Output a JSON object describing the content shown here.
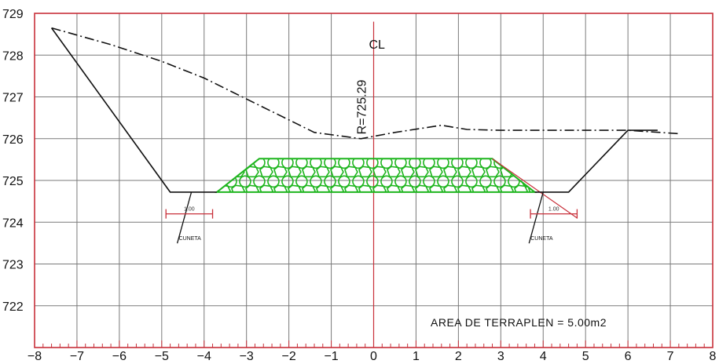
{
  "chart_data": {
    "type": "cross-section",
    "xlim": [
      -8,
      8
    ],
    "ylim": [
      721,
      729
    ],
    "x_ticks": [
      "−8",
      "−7",
      "−6",
      "−5",
      "−4",
      "−3",
      "−2",
      "−1",
      "0",
      "1",
      "2",
      "3",
      "4",
      "5",
      "6",
      "7",
      "8"
    ],
    "y_ticks": [
      "729",
      "728",
      "727",
      "726",
      "725",
      "724",
      "723",
      "722"
    ],
    "centerline_label": "CL",
    "elevation_label": "R=725.29",
    "area_label": "AREA DE TERRAPLEN = 5.00m2",
    "ditch_label": "CUNETA",
    "ditch_dimension": "1.00",
    "colors": {
      "grid": "#7a7a7a",
      "frame": "#c8303a",
      "centerline": "#c8303a",
      "fill": "#1fb51f",
      "dimension": "#c8303a",
      "profile": "#111111"
    },
    "series": [
      {
        "role": "natural-ground",
        "style": "dash-dot",
        "points": [
          [
            -7.6,
            728.65
          ],
          [
            -6.2,
            728.25
          ],
          [
            -5.0,
            727.85
          ],
          [
            -4.0,
            727.45
          ],
          [
            -3.0,
            726.95
          ],
          [
            -2.0,
            726.45
          ],
          [
            -1.4,
            726.15
          ],
          [
            -0.3,
            726.0
          ],
          [
            0.5,
            726.15
          ],
          [
            1.6,
            726.32
          ],
          [
            2.2,
            726.22
          ],
          [
            3.0,
            726.2
          ],
          [
            4.5,
            726.2
          ],
          [
            6.0,
            726.2
          ],
          [
            7.2,
            726.12
          ]
        ]
      },
      {
        "role": "cut-profile",
        "style": "solid",
        "points": [
          [
            -7.6,
            728.65
          ],
          [
            -4.8,
            724.72
          ],
          [
            -3.7,
            724.72
          ]
        ]
      },
      {
        "role": "cut-profile",
        "style": "solid",
        "points": [
          [
            3.8,
            724.72
          ],
          [
            4.6,
            724.72
          ],
          [
            6.0,
            726.2
          ],
          [
            6.7,
            726.2
          ]
        ]
      },
      {
        "role": "embankment",
        "style": "filled",
        "points": [
          [
            -3.7,
            724.72
          ],
          [
            -2.7,
            725.52
          ],
          [
            2.8,
            725.52
          ],
          [
            3.8,
            724.72
          ]
        ]
      }
    ],
    "ditches": [
      {
        "x": -4.3,
        "y_top": 724.72,
        "y_bottom": 723.72,
        "dim_x": [
          -4.9,
          -3.8
        ],
        "dim_y": 724.2
      },
      {
        "x": 4.0,
        "y_top": 724.72,
        "y_bottom": 723.72,
        "dim_x": [
          3.7,
          4.8
        ],
        "dim_y": 724.2
      }
    ],
    "grid": true
  }
}
